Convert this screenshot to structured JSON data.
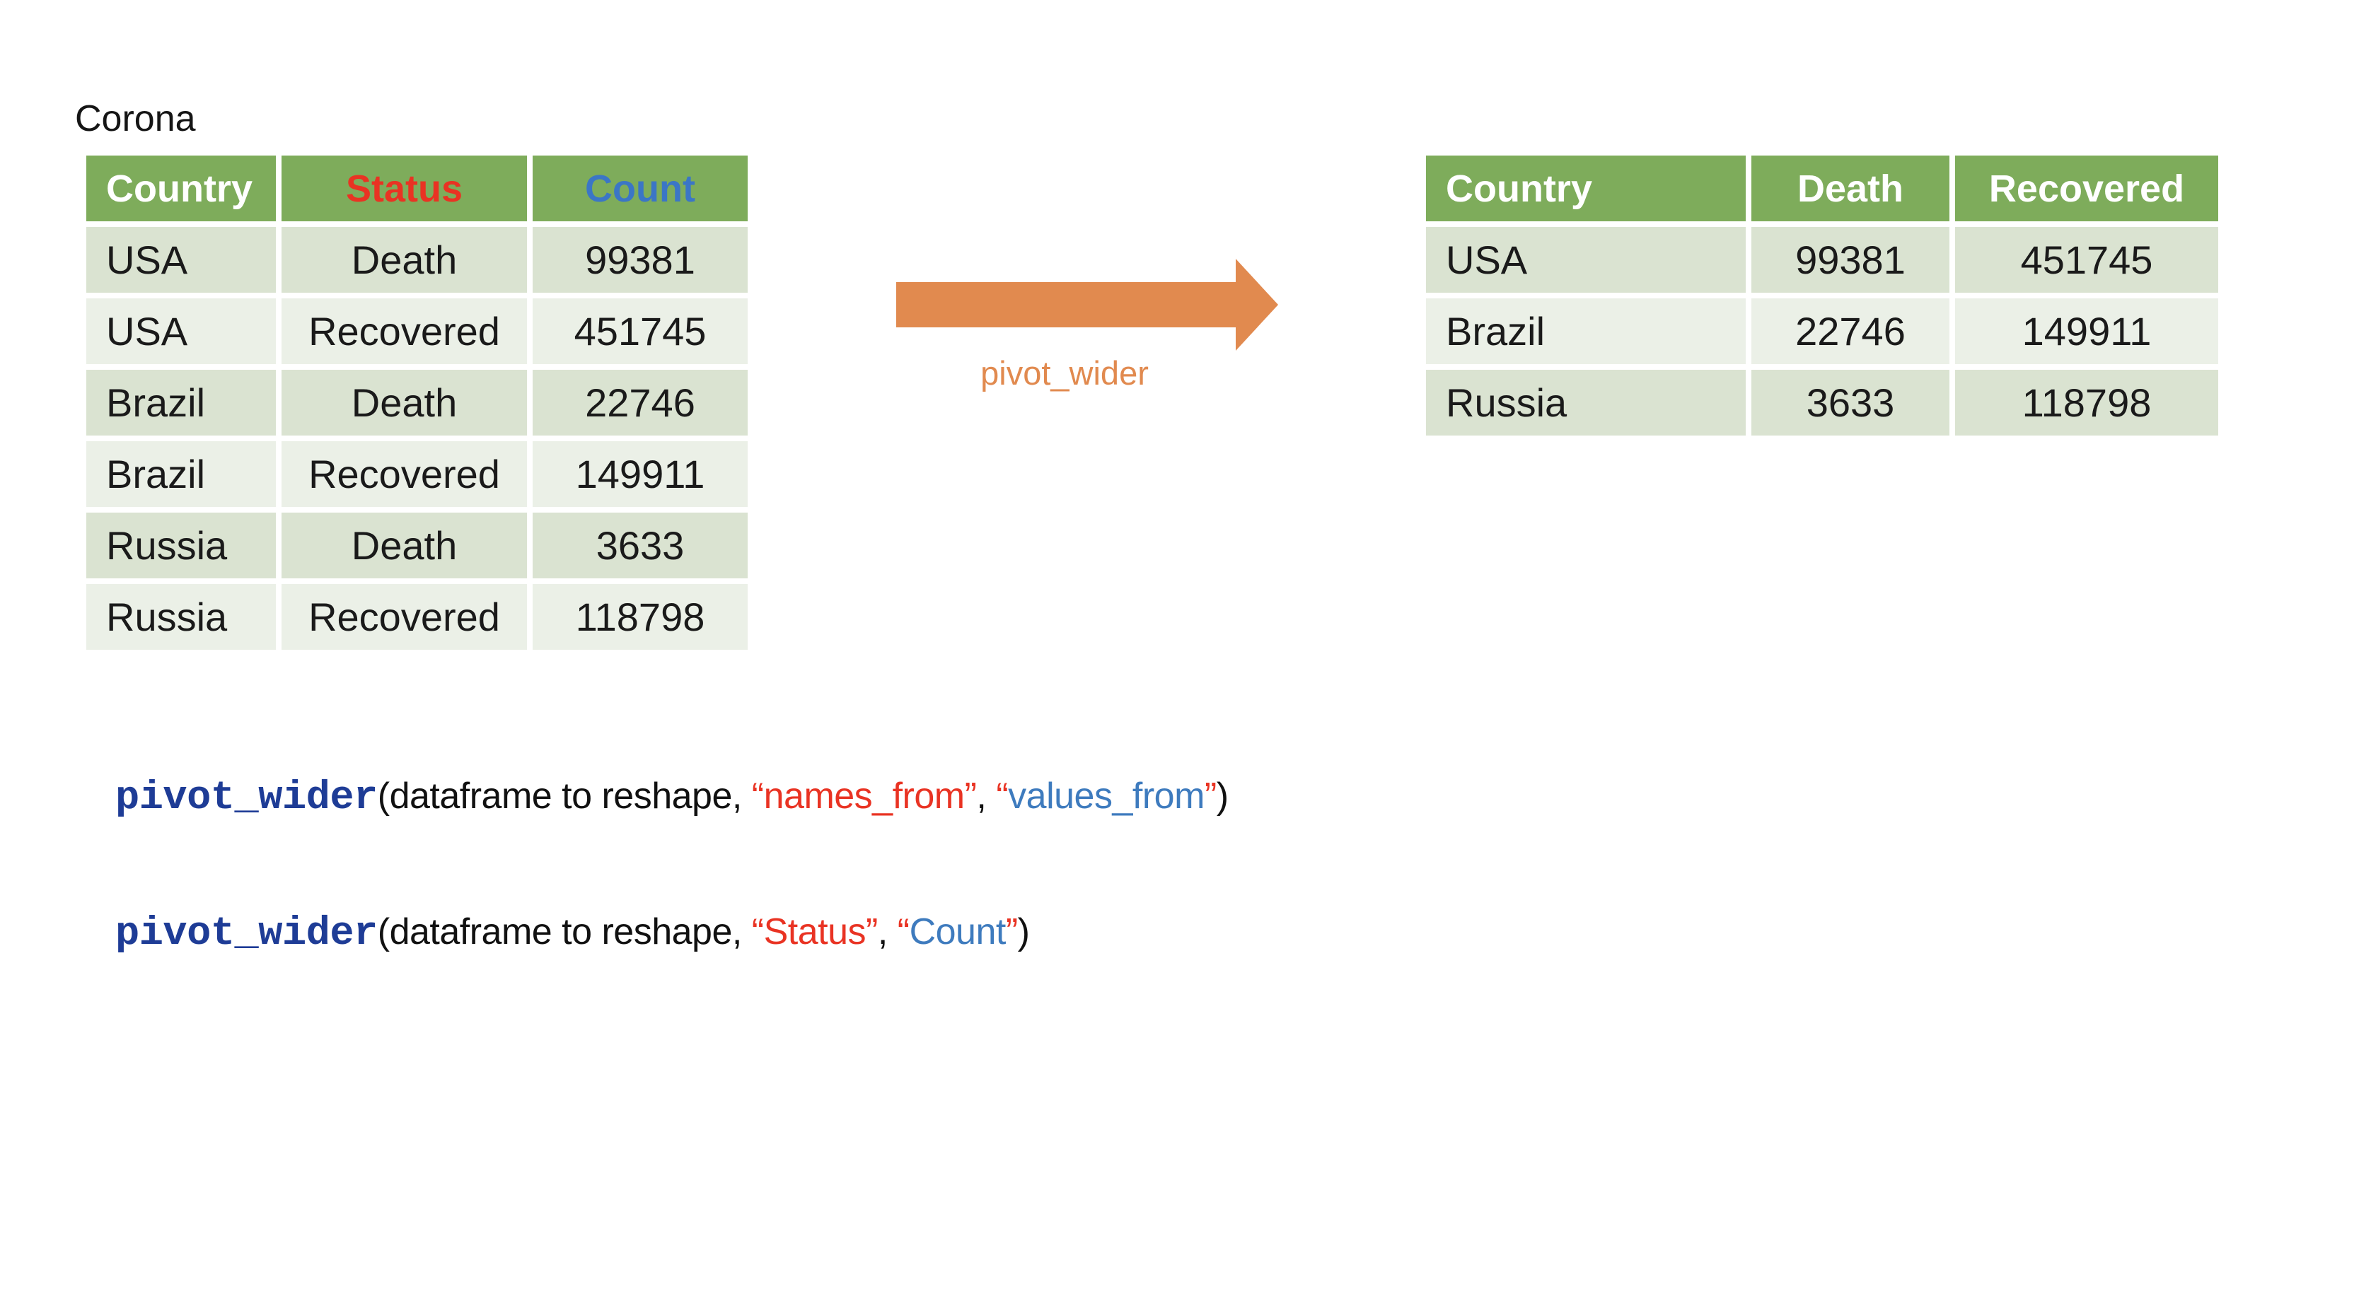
{
  "title": "Corona",
  "colors": {
    "header_green": "#7EAC5B",
    "row_dark": "#DAE3D1",
    "row_light": "#EBF0E7",
    "arrow_orange": "#E18A4F",
    "code_dark_blue": "#1E3C96",
    "code_red": "#E93323",
    "code_blue": "#3E7BBE",
    "header_blue": "#3B76C6",
    "text_dark": "#1A1A1A"
  },
  "left_table": {
    "headers": [
      "Country",
      "Status",
      "Count"
    ],
    "rows": [
      {
        "country": "USA",
        "status": "Death",
        "count": "99381"
      },
      {
        "country": "USA",
        "status": "Recovered",
        "count": "451745"
      },
      {
        "country": "Brazil",
        "status": "Death",
        "count": "22746"
      },
      {
        "country": "Brazil",
        "status": "Recovered",
        "count": "149911"
      },
      {
        "country": "Russia",
        "status": "Death",
        "count": "3633"
      },
      {
        "country": "Russia",
        "status": "Recovered",
        "count": "118798"
      }
    ]
  },
  "transform": {
    "arrow_label": "pivot_wider"
  },
  "right_table": {
    "headers": [
      "Country",
      "Death",
      "Recovered"
    ],
    "rows": [
      {
        "country": "USA",
        "death": "99381",
        "recovered": "451745"
      },
      {
        "country": "Brazil",
        "death": "22746",
        "recovered": "149911"
      },
      {
        "country": "Russia",
        "death": "3633",
        "recovered": "118798"
      }
    ]
  },
  "code_lines": [
    {
      "fn": "pivot_wider",
      "open_args": "(dataframe to reshape, ",
      "names_arg": "“names_from”",
      "separator": ", ",
      "values_quote_open": "“",
      "values_arg": "values_from",
      "values_quote_close": "”",
      "close_paren": ")"
    },
    {
      "fn": "pivot_wider",
      "open_args": "(dataframe to reshape, ",
      "names_arg": "“Status”",
      "separator": ", ",
      "values_quote_open": "“",
      "values_arg": "Count",
      "values_quote_close": "”",
      "close_paren": ")"
    }
  ]
}
